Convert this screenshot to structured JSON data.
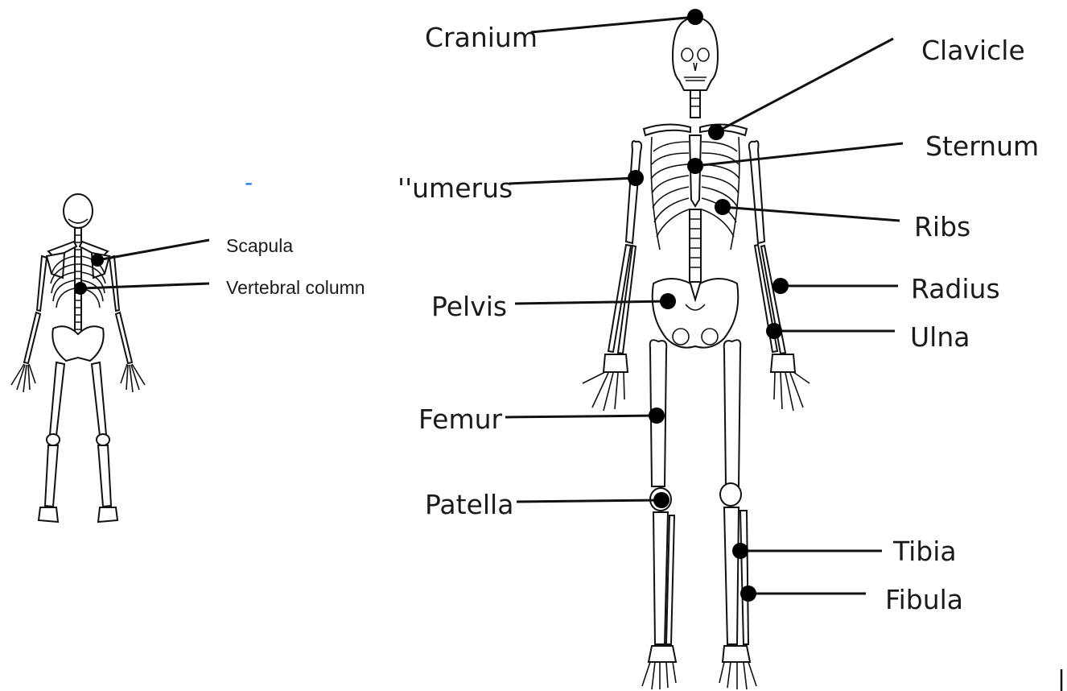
{
  "posterior_labels": {
    "scapula": "Scapula",
    "vertebral_column": "Vertebral column"
  },
  "anterior_labels": {
    "cranium": "Cranium",
    "clavicle": "Clavicle",
    "sternum": "Sternum",
    "humerus": "''umerus",
    "ribs": "Ribs",
    "radius": "Radius",
    "pelvis": "Pelvis",
    "ulna": "Ulna",
    "femur": "Femur",
    "patella": "Patella",
    "tibia": "Tibia",
    "fibula": "Fibula"
  },
  "stray_marks": {
    "dash": "-",
    "edge_bar": "|"
  },
  "colors": {
    "accent_blue": "#1a73e8",
    "ink": "#111111"
  }
}
